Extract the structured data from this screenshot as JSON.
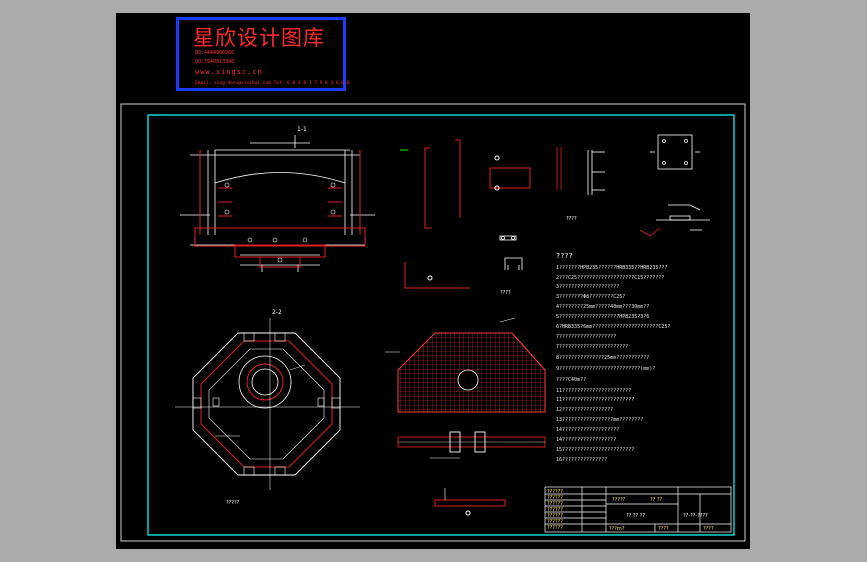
{
  "watermark": {
    "title": "星欣设计图库",
    "qq1": "QQ:4444966966",
    "qq2": "QQ:7540813398",
    "website": "www.xingsc.cn",
    "email_line": "Email: xing-desx@xinzhai.com   Tel: 0 8 3 8 1 7 9 6 3 6 6 6"
  },
  "section_labels": {
    "section_1_1": "1-1",
    "section_2_2": "2-2",
    "plan_caption": "?????",
    "rebar_caption": "????",
    "joint_caption": "????"
  },
  "notes": {
    "title": "????",
    "lines": [
      "1???????HPB235??????HRB335??HRB235???",
      "2???C25???????????????????C15???????",
      "3????????????????????",
      "3????????Φ8????????C25?",
      "4????????25mm?????40mm???30mm??",
      "5????????????????????HPB235?3?6",
      "6?HRB335?6mm??????????????????????C25?",
      "7???????????????????",
      "7???????????????????????",
      "8???????????????25mm???????????",
      "9???????????????????????????(mm)?",
      "????C40m??",
      "11???????????????????????",
      "11????????????????????????",
      "12?????????????????",
      "13?????????????????mm????????",
      "14???????????????????",
      "14??????????????????",
      "15????????????????????????",
      "16???????????????"
    ]
  },
  "title_block": {
    "left_rows": [
      "??????",
      "??????",
      "??????",
      "??????",
      "??????",
      "??????",
      "??????"
    ],
    "center_top_1": "????? ",
    "center_top_2": "?? ??",
    "center_label": "??.?? ??",
    "bottom_left": "???m?",
    "bottom_mid": "????",
    "right_code": "??-??-????",
    "right_cell": "????"
  },
  "colors": {
    "paper_bg": "#ababab",
    "sheet_bg": "#000000",
    "border_cyan": "#00e5e5",
    "drawing_red": "#e02020",
    "drawing_white": "#ffffff",
    "hatch_red": "#ff3b3b",
    "stamp_blue": "#1a3cff",
    "title_yellow": "#ffe24a"
  }
}
